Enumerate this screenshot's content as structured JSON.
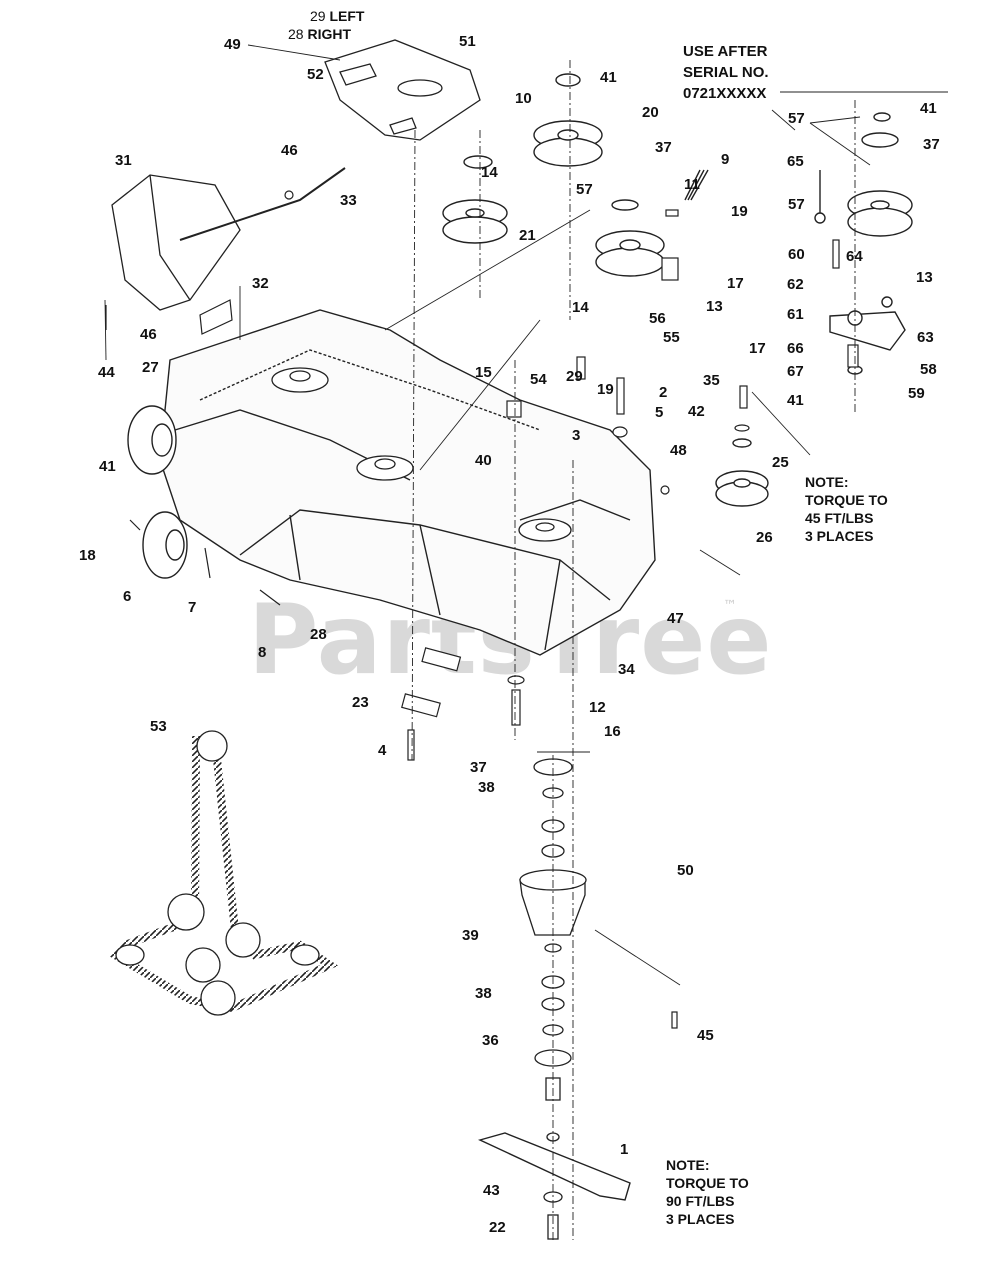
{
  "watermark": {
    "text": "PartsTree",
    "tm": "™"
  },
  "top_labels": {
    "left_num": "29",
    "left_word": "LEFT",
    "right_num": "28",
    "right_word": "RIGHT"
  },
  "serial_note": {
    "line1": "USE AFTER",
    "line2": "SERIAL NO.",
    "line3": "0721XXXXX"
  },
  "note_45": {
    "line1": "NOTE:",
    "line2": "TORQUE TO",
    "line3": "45 FT/LBS",
    "line4": "3 PLACES"
  },
  "note_90": {
    "line1": "NOTE:",
    "line2": "TORQUE TO",
    "line3": "90 FT/LBS",
    "line4": "3 PLACES"
  },
  "callouts": {
    "c49": "49",
    "c51": "51",
    "c52": "52",
    "c41a": "41",
    "c10": "10",
    "c31": "31",
    "c46a": "46",
    "c33": "33",
    "c14a": "14",
    "c20": "20",
    "c37a": "37",
    "c9": "9",
    "c57a": "57",
    "c11": "11",
    "c19a": "19",
    "c21": "21",
    "c17a": "17",
    "c13a": "13",
    "c14b": "14",
    "c32": "32",
    "c46b": "46",
    "c27": "27",
    "c44": "44",
    "c56": "56",
    "c55": "55",
    "c15": "15",
    "c54": "54",
    "c29": "29",
    "c19b": "19",
    "c2": "2",
    "c5": "5",
    "c3": "3",
    "c41b": "41",
    "c40": "40",
    "c48": "48",
    "c18": "18",
    "c6": "6",
    "c7": "7",
    "c8": "8",
    "c28": "28",
    "c47": "47",
    "c34": "34",
    "c23": "23",
    "c12": "12",
    "c16": "16",
    "c4": "4",
    "c53": "53",
    "c37b": "37",
    "c38a": "38",
    "c50": "50",
    "c39": "39",
    "c38b": "38",
    "c36": "36",
    "c45": "45",
    "c1": "1",
    "c43": "43",
    "c22": "22",
    "c57b": "57",
    "c41c": "41",
    "c37c": "37",
    "c65": "65",
    "c57c": "57",
    "c13b": "13",
    "c60": "60",
    "c64": "64",
    "c62": "62",
    "c61": "61",
    "c63": "63",
    "c66": "66",
    "c58": "58",
    "c67": "67",
    "c59": "59",
    "c41d": "41",
    "c17b": "17",
    "c35": "35",
    "c42": "42",
    "c25": "25",
    "c26": "26"
  }
}
